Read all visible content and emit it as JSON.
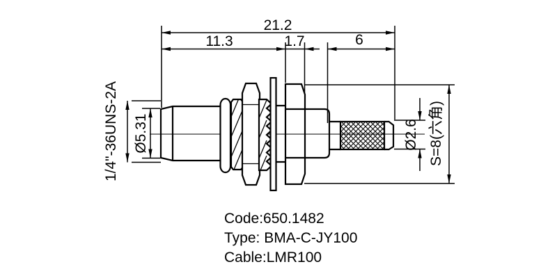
{
  "colors": {
    "line": "#000000",
    "background": "#ffffff"
  },
  "dimensions": {
    "overall_length": "21.2",
    "front_length": "11.3",
    "panel_thickness": "1.7",
    "crimp_length": "6",
    "thread_spec": "1/4\"-36UNS-2A",
    "front_diameter": "Ø5.31",
    "crimp_diameter": "Ø2.6",
    "hex_size": "S=8(六角)"
  },
  "notes": {
    "code": "Code:650.1482",
    "type": "Type: BMA-C-JY100",
    "cable": "Cable:LMR100"
  }
}
